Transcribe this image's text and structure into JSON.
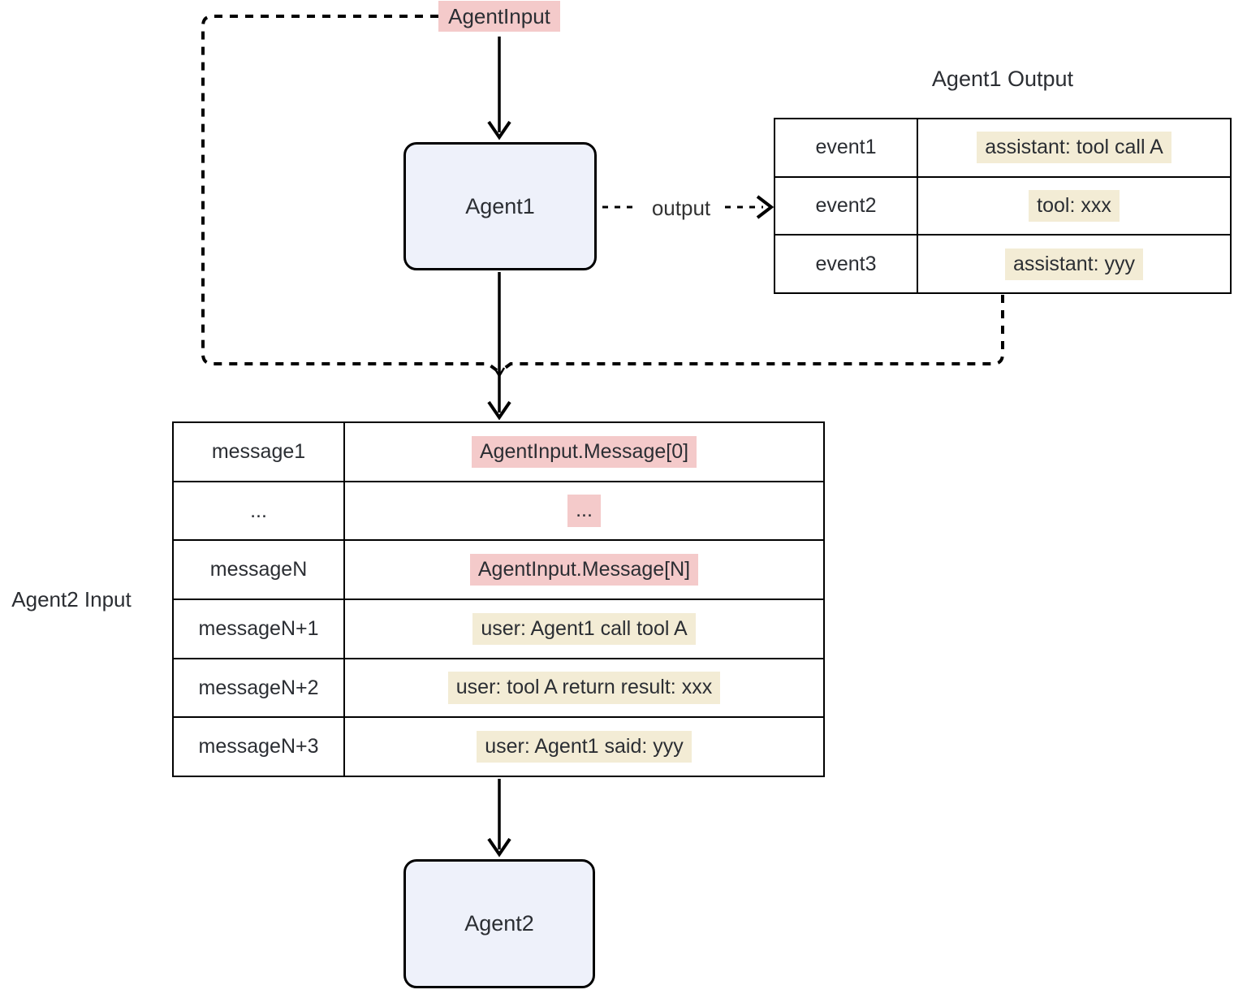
{
  "diagram": {
    "agent_input_label": "AgentInput",
    "output_edge_label": "output",
    "nodes": {
      "agent1": "Agent1",
      "agent2": "Agent2"
    },
    "agent1_output_table": {
      "title": "Agent1 Output",
      "rows": [
        {
          "key": "event1",
          "value": "assistant: tool call A",
          "highlight": "tan"
        },
        {
          "key": "event2",
          "value": "tool: xxx",
          "highlight": "tan"
        },
        {
          "key": "event3",
          "value": "assistant: yyy",
          "highlight": "tan"
        }
      ]
    },
    "agent2_input_table": {
      "title": "Agent2 Input",
      "rows": [
        {
          "key": "message1",
          "value": "AgentInput.Message[0]",
          "highlight": "pink"
        },
        {
          "key": "...",
          "value": "...",
          "highlight": "pink"
        },
        {
          "key": "messageN",
          "value": "AgentInput.Message[N]",
          "highlight": "pink"
        },
        {
          "key": "messageN+1",
          "value": "user: Agent1 call tool A",
          "highlight": "tan"
        },
        {
          "key": "messageN+2",
          "value": "user: tool A return result: xxx",
          "highlight": "tan"
        },
        {
          "key": "messageN+3",
          "value": "user: Agent1 said: yyy",
          "highlight": "tan"
        }
      ]
    },
    "colors": {
      "pink": "#f4caca",
      "tan": "#f3ecd5",
      "node_fill": "#eef1fa",
      "line": "#000000",
      "text": "#2b2e33"
    }
  }
}
